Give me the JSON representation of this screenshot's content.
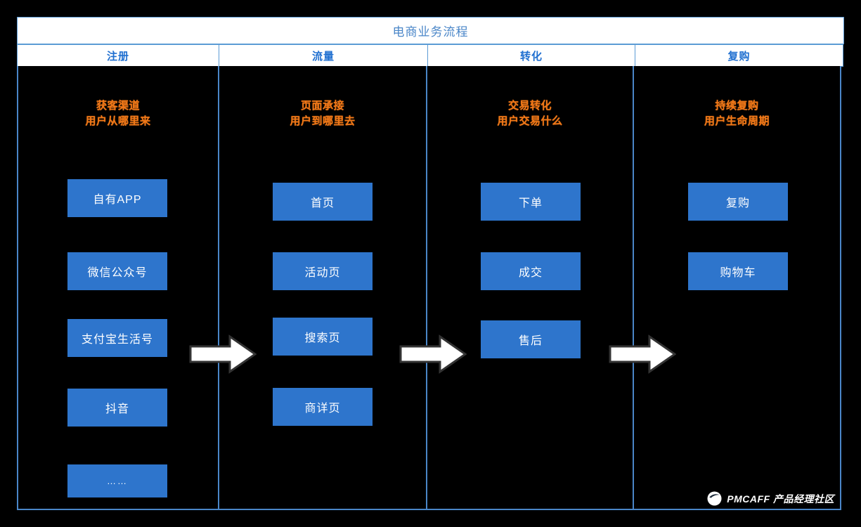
{
  "diagram": {
    "title": "电商业务流程",
    "accent_blue": "#2e75cc",
    "border_blue": "#5b9bd5",
    "subtitle_orange": "#f07818",
    "background": "#000000",
    "columns": [
      {
        "header": "注册",
        "subtitle_line1": "获客渠道",
        "subtitle_line2": "用户从哪里来",
        "boxes": [
          "自有APP",
          "微信公众号",
          "支付宝生活号",
          "抖音",
          "……"
        ]
      },
      {
        "header": "流量",
        "subtitle_line1": "页面承接",
        "subtitle_line2": "用户到哪里去",
        "boxes": [
          "首页",
          "活动页",
          "搜索页",
          "商详页"
        ]
      },
      {
        "header": "转化",
        "subtitle_line1": "交易转化",
        "subtitle_line2": "用户交易什么",
        "boxes": [
          "下单",
          "成交",
          "售后"
        ]
      },
      {
        "header": "复购",
        "subtitle_line1": "持续复购",
        "subtitle_line2": "用户生命周期",
        "boxes": [
          "复购",
          "购物车"
        ]
      }
    ],
    "arrows": [
      {
        "name": "arrow-register-to-traffic"
      },
      {
        "name": "arrow-traffic-to-conversion"
      },
      {
        "name": "arrow-conversion-to-repurchase"
      }
    ]
  },
  "watermark": {
    "text": "PMCAFF 产品经理社区",
    "logo_icon": "pmcaff-circle-logo"
  }
}
